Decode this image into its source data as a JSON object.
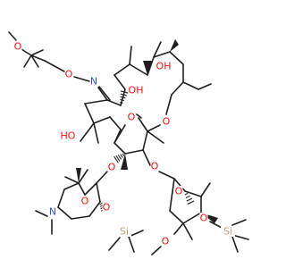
{
  "molecule": {
    "atom_colors": {
      "O": "#ff0d0d",
      "N": "#3050f8",
      "Si": "#bfa17a",
      "C": "#1f1f1f"
    },
    "labels": [
      {
        "id": "o-methoxy-top",
        "text": "O",
        "element": "O"
      },
      {
        "id": "o-oxime",
        "text": "O",
        "element": "O"
      },
      {
        "id": "n-oxime",
        "text": "N",
        "element": "N"
      },
      {
        "id": "oh-c12",
        "text": "OH",
        "element": "O"
      },
      {
        "id": "oh-c11",
        "text": "OH",
        "element": "O"
      },
      {
        "id": "o-ring-ester",
        "text": "O",
        "element": "O"
      },
      {
        "id": "o-carbonyl",
        "text": "O",
        "element": "O"
      },
      {
        "id": "oh-c6",
        "text": "HO",
        "element": "O"
      },
      {
        "id": "o-glyco-desosamine",
        "text": "O",
        "element": "O"
      },
      {
        "id": "o-glyco-cladinose",
        "text": "O",
        "element": "O"
      },
      {
        "id": "o-ring-desosamine",
        "text": "O",
        "element": "O"
      },
      {
        "id": "o-ring-cladinose",
        "text": "O",
        "element": "O"
      },
      {
        "id": "o-tms-desosamine",
        "text": "O",
        "element": "O"
      },
      {
        "id": "si-desosamine",
        "text": "Si",
        "element": "Si"
      },
      {
        "id": "n-dimethylamino",
        "text": "N",
        "element": "N"
      },
      {
        "id": "o-methoxy-cladinose",
        "text": "O",
        "element": "O"
      },
      {
        "id": "o-tms-cladinose",
        "text": "O",
        "element": "O"
      },
      {
        "id": "si-cladinose",
        "text": "Si",
        "element": "Si"
      }
    ]
  }
}
